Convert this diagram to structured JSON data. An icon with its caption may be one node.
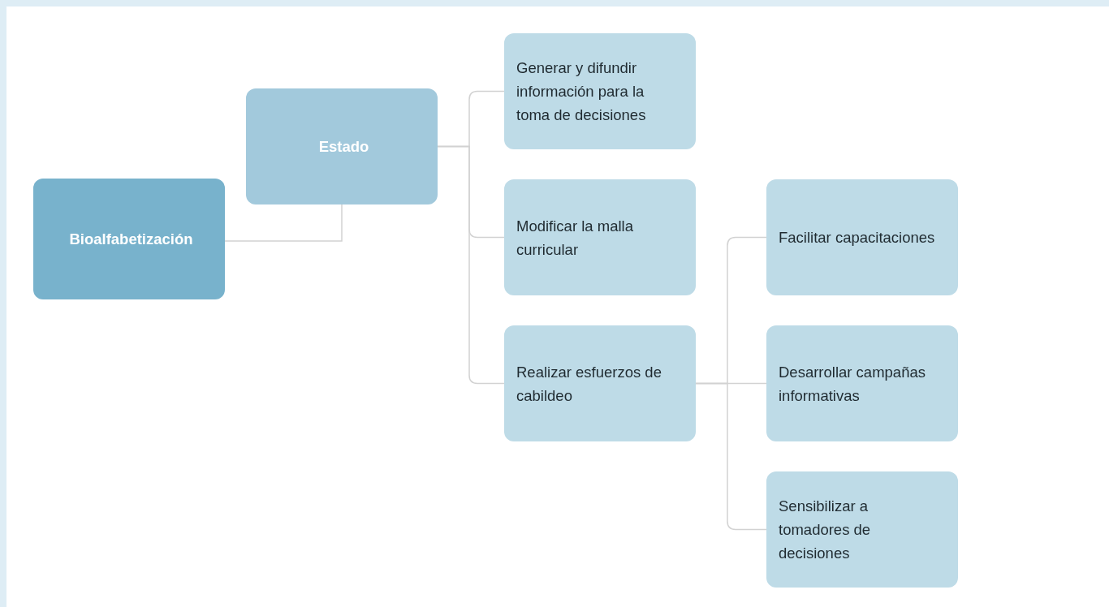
{
  "diagram": {
    "nodes": [
      {
        "text": [
          "Bioalfabetización"
        ]
      },
      {
        "text": [
          "Estado"
        ]
      },
      {
        "text": [
          "Generar y difundir información para la toma de decisiones"
        ]
      },
      {
        "text": [
          "Modificar la malla curricular"
        ]
      },
      {
        "text": [
          "Realizar esfuerzos de cabildeo"
        ]
      },
      {
        "text": [
          "Facilitar capacitaciones"
        ]
      },
      {
        "text": [
          "Desarrollar campañas informativas"
        ]
      },
      {
        "text": [
          "Sensibilizar a tomadores de decisiones"
        ]
      }
    ],
    "edges": [
      {
        "from": 0,
        "to": 1,
        "arrow": "none"
      },
      {
        "from": 1,
        "to": 2,
        "arrow": "none"
      },
      {
        "from": 1,
        "to": 3,
        "arrow": "none"
      },
      {
        "from": 1,
        "to": 4,
        "arrow": "none"
      },
      {
        "from": 4,
        "to": 5,
        "arrow": "none"
      },
      {
        "from": 4,
        "to": 6,
        "arrow": "none"
      },
      {
        "from": 4,
        "to": 7,
        "arrow": "none"
      }
    ]
  }
}
